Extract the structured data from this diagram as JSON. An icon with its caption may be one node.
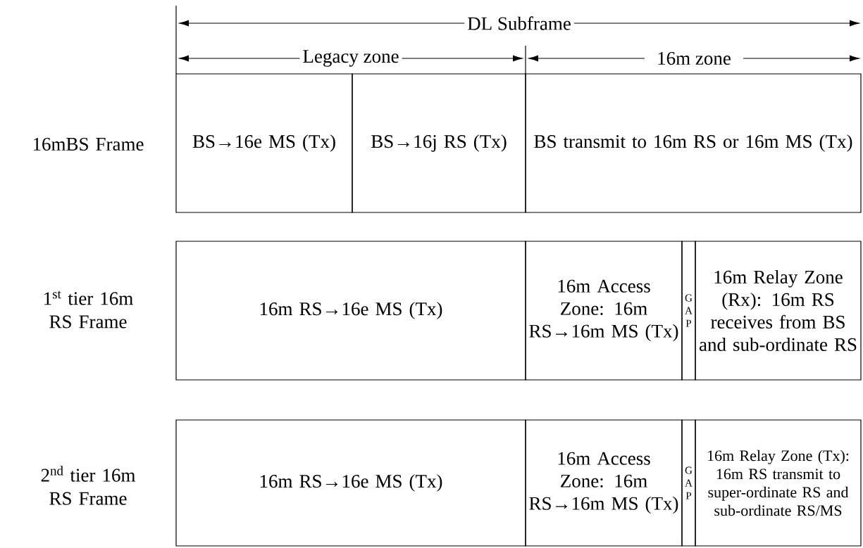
{
  "diagram": {
    "nodes": [
      {
        "text": [
          "BS→16e MS (Tx)"
        ]
      },
      {
        "text": [
          "BS→16j RS (Tx)"
        ]
      },
      {
        "text": [
          "BS transmit to 16m RS or 16m MS (Tx)"
        ]
      },
      {
        "text": [
          "16m RS→16e MS (Tx)"
        ]
      },
      {
        "text": [
          "16m Access Zone: 16m RS→16m MS (Tx)"
        ]
      },
      {
        "text": [
          "G A P"
        ]
      },
      {
        "text": [
          "16m Relay Zone (Rx): 16m RS receives from BS and sub-ordinate RS"
        ]
      },
      {
        "text": [
          "16m RS→16e MS (Tx)"
        ]
      },
      {
        "text": [
          "16m Access Zone: 16m RS→16m MS (Tx)"
        ]
      },
      {
        "text": [
          "G A P"
        ]
      },
      {
        "text": [
          "16m Relay Zone (Tx): 16m RS transmit to super-ordinate RS and sub-ordinate RS/MS"
        ]
      }
    ],
    "labels": [
      "DL Subframe",
      "Legacy zone",
      "16m zone",
      "16mBS Frame",
      "1$^{st}$ tier 16m RS Frame",
      "2$^{nd}$ tier 16m RS Frame"
    ]
  }
}
